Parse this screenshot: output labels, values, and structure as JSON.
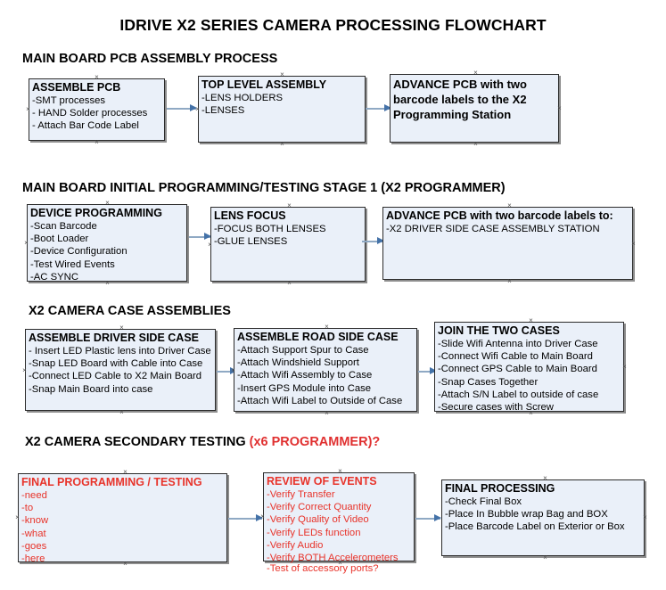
{
  "document": {
    "title": "IDRIVE X2  SERIES CAMERA PROCESSING FLOWCHART"
  },
  "colors": {
    "box_fill": "#eaf0f9",
    "box_border": "#2b2b2b",
    "box_shadow": "#8d8d8d",
    "connector_shaft": "#8fa9c4",
    "connector_head": "#4472a8",
    "accent_red": "#e8332a",
    "text": "#000000"
  },
  "sections": [
    {
      "heading": "MAIN BOARD PCB ASSEMBLY PROCESS",
      "heading_accent": "",
      "boxes": [
        {
          "title": "ASSEMBLE PCB",
          "lines": [
            "-SMT processes",
            "- HAND Solder processes",
            "- Attach Bar Code Label"
          ],
          "red": false
        },
        {
          "title": "TOP LEVEL ASSEMBLY",
          "lines": [
            "-LENS HOLDERS",
            "-LENSES"
          ],
          "red": false
        },
        {
          "title": "ADVANCE PCB with two barcode labels to the  X2 Programming Station",
          "lines": [],
          "red": false
        }
      ]
    },
    {
      "heading": "MAIN BOARD INITIAL PROGRAMMING/TESTING STAGE 1 (X2 PROGRAMMER)",
      "heading_accent": "",
      "boxes": [
        {
          "title": "DEVICE PROGRAMMING",
          "lines": [
            "-Scan Barcode",
            "-Boot Loader",
            "-Device Configuration",
            "-Test Wired Events",
            "-AC SYNC"
          ],
          "red": false
        },
        {
          "title": "LENS FOCUS",
          "lines": [
            "-FOCUS BOTH LENSES",
            "-GLUE LENSES"
          ],
          "red": false
        },
        {
          "title": "ADVANCE PCB with two barcode labels to:",
          "lines": [
            "-X2 DRIVER  SIDE  CASE  ASSEMBLY STATION"
          ],
          "red": false
        }
      ]
    },
    {
      "heading": "X2 CAMERA CASE ASSEMBLIES",
      "heading_accent": "",
      "boxes": [
        {
          "title": "ASSEMBLE DRIVER SIDE CASE",
          "lines": [
            "- Insert LED Plastic lens into Driver Case",
            "-Snap LED Board with Cable into Case",
            "-Connect LED Cable to X2 Main Board",
            "-Snap Main Board into case"
          ],
          "red": false
        },
        {
          "title": "ASSEMBLE ROAD SIDE CASE",
          "lines": [
            "-Attach Support Spur to Case",
            "-Attach Windshield Support",
            "-Attach Wifi Assembly to Case",
            "-Insert GPS Module into Case",
            "-Attach Wifi Label to Outside of Case"
          ],
          "red": false
        },
        {
          "title": "JOIN THE TWO CASES",
          "lines": [
            "-Slide Wifi Antenna into Driver Case",
            "-Connect Wifi Cable to Main Board",
            "-Connect GPS Cable to Main Board",
            "-Snap Cases Together",
            "-Attach S/N Label to outside of case",
            "-Secure cases with Screw"
          ],
          "red": false
        }
      ]
    },
    {
      "heading": "X2 CAMERA SECONDARY TESTING ",
      "heading_accent": "(x6 PROGRAMMER)?",
      "boxes": [
        {
          "title": "FINAL PROGRAMMING / TESTING",
          "lines": [
            "-need",
            "-to",
            "-know",
            "-what",
            "-goes",
            "-here"
          ],
          "red": true
        },
        {
          "title": "REVIEW OF EVENTS",
          "lines": [
            "-Verify Transfer",
            "-Verify Correct Quantity",
            "-Verify Quality of Video",
            "-Verify LEDs function",
            "-Verify Audio",
            "-Verify BOTH Accelerometers"
          ],
          "overflow_line": "-Test of accessory ports?",
          "red": true
        },
        {
          "title": "FINAL PROCESSING",
          "lines": [
            " -Check Final Box",
            "-Place In Bubble wrap Bag and BOX",
            "-Place Barcode Label on Exterior or Box"
          ],
          "red": false
        }
      ]
    }
  ]
}
